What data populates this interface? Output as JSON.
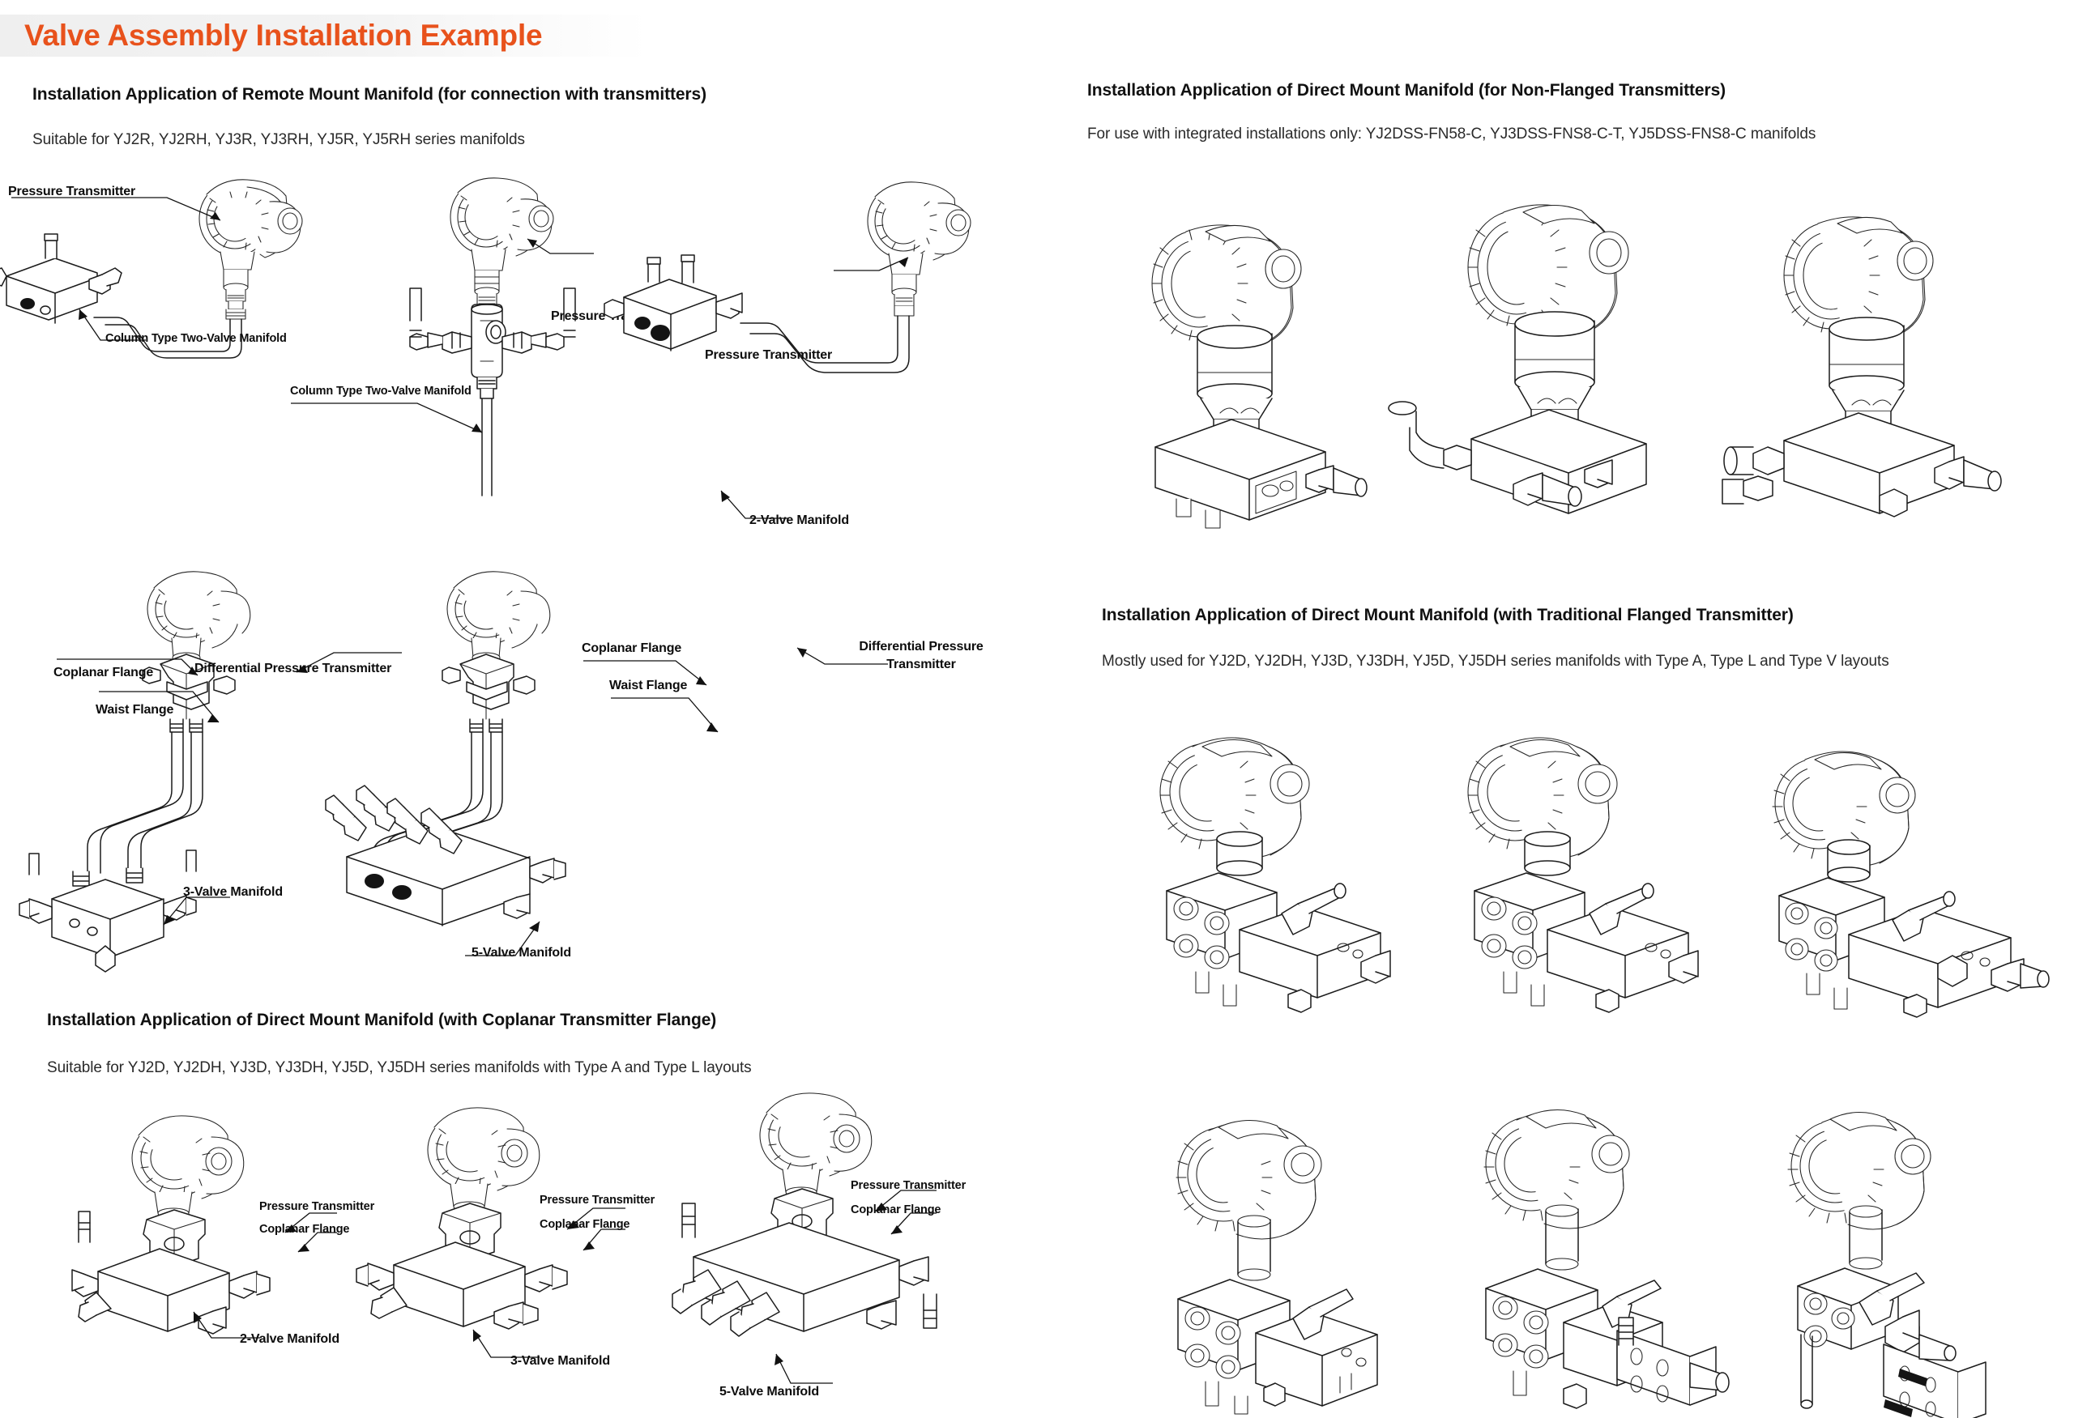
{
  "title": "Valve Assembly Installation Example",
  "title_color": "#e8521c",
  "sections": [
    {
      "id": "remote-mount",
      "heading": "Installation Application of Remote Mount Manifold (for connection with transmitters)",
      "subtext": "Suitable for YJ2R, YJ2RH, YJ3R, YJ3RH, YJ5R, YJ5RH series manifolds"
    },
    {
      "id": "direct-mount-nonflanged",
      "heading": "Installation Application of Direct Mount Manifold (for Non-Flanged Transmitters)",
      "subtext": "For use with integrated installations only: YJ2DSS-FN58-C, YJ3DSS-FNS8-C-T, YJ5DSS-FNS8-C manifolds"
    },
    {
      "id": "direct-mount-traditional",
      "heading": "Installation Application of Direct Mount Manifold (with Traditional Flanged Transmitter)",
      "subtext": "Mostly used for YJ2D, YJ2DH, YJ3D, YJ3DH, YJ5D, YJ5DH series manifolds with Type A, Type L and Type V layouts"
    },
    {
      "id": "direct-mount-coplanar",
      "heading": "Installation Application of Direct Mount Manifold (with Coplanar Transmitter Flange)",
      "subtext": "Suitable for YJ2D, YJ2DH, YJ3D, YJ3DH, YJ5D, YJ5DH series manifolds with Type A and Type L layouts"
    }
  ],
  "callouts": {
    "pressure_transmitter": "Pressure Transmitter",
    "column_two_valve": "Column Type Two-Valve Manifold",
    "two_valve": "2-Valve Manifold",
    "three_valve": "3-Valve Manifold",
    "five_valve": "5-Valve Manifold",
    "coplanar_flange": "Coplanar Flange",
    "waist_flange": "Waist Flange",
    "differential_pressure_transmitter": "Differential Pressure Transmitter",
    "differential_pressure_transmitter_l1": "Differential Pressure",
    "differential_pressure_transmitter_l2": "Transmitter"
  },
  "figures": {
    "r1c1": "remote-mount-column-two-valve-left",
    "r1c2": "remote-mount-column-two-valve-center",
    "r1c3": "remote-mount-two-valve-right",
    "r2c1": "remote-mount-three-valve",
    "r2c2": "remote-mount-five-valve",
    "r3c1": "coplanar-two-valve",
    "r3c2": "coplanar-three-valve",
    "r3c3": "coplanar-five-valve",
    "r4c1": "nonflanged-direct-a",
    "r4c2": "nonflanged-direct-b",
    "r4c3": "nonflanged-direct-c",
    "r5c1": "traditional-flanged-a",
    "r5c2": "traditional-flanged-b",
    "r5c3": "traditional-flanged-c",
    "r6c1": "traditional-flanged-d",
    "r6c2": "traditional-flanged-e",
    "r6c3": "traditional-flanged-f"
  }
}
